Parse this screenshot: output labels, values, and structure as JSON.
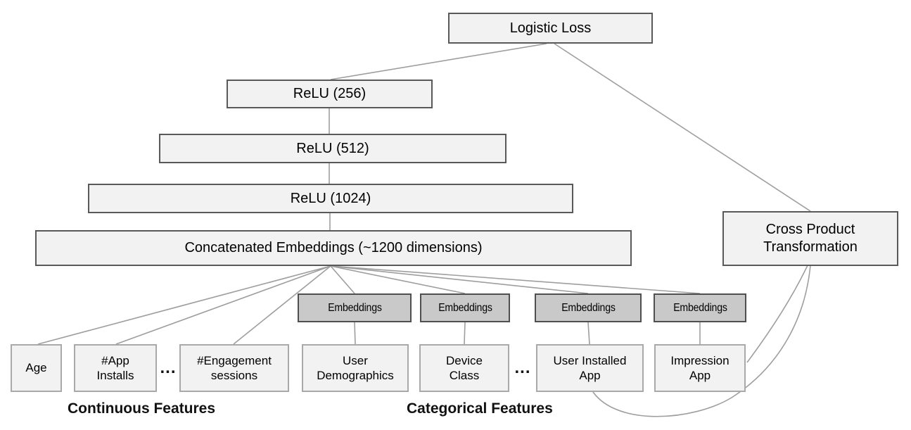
{
  "diagram_type": "neural-network-architecture",
  "nodes": {
    "logistic_loss": {
      "label": "Logistic Loss"
    },
    "relu_256": {
      "label": "ReLU (256)"
    },
    "relu_512": {
      "label": "ReLU (512)"
    },
    "relu_1024": {
      "label": "ReLU (1024)"
    },
    "concatenated_embeddings": {
      "label": "Concatenated Embeddings (~1200 dimensions)"
    },
    "cross_product": {
      "label": "Cross Product\nTransformation"
    },
    "embeddings_1": {
      "label": "Embeddings"
    },
    "embeddings_2": {
      "label": "Embeddings"
    },
    "embeddings_3": {
      "label": "Embeddings"
    },
    "embeddings_4": {
      "label": "Embeddings"
    },
    "age": {
      "label": "Age"
    },
    "app_installs": {
      "label": "#App\nInstalls"
    },
    "engagement_sessions": {
      "label": "#Engagement\nsessions"
    },
    "user_demographics": {
      "label": "User\nDemographics"
    },
    "device_class": {
      "label": "Device\nClass"
    },
    "user_installed_app": {
      "label": "User Installed\nApp"
    },
    "impression_app": {
      "label": "Impression\nApp"
    }
  },
  "ellipses": {
    "continuous": "...",
    "categorical": "..."
  },
  "captions": {
    "continuous": "Continuous Features",
    "categorical": "Categorical Features"
  },
  "edges": [
    {
      "from": "logistic_loss",
      "to": "relu_256"
    },
    {
      "from": "logistic_loss",
      "to": "cross_product"
    },
    {
      "from": "relu_256",
      "to": "relu_512"
    },
    {
      "from": "relu_512",
      "to": "relu_1024"
    },
    {
      "from": "relu_1024",
      "to": "concatenated_embeddings"
    },
    {
      "from": "concatenated_embeddings",
      "to": "age"
    },
    {
      "from": "concatenated_embeddings",
      "to": "app_installs"
    },
    {
      "from": "concatenated_embeddings",
      "to": "engagement_sessions"
    },
    {
      "from": "concatenated_embeddings",
      "to": "embeddings_1"
    },
    {
      "from": "concatenated_embeddings",
      "to": "embeddings_2"
    },
    {
      "from": "concatenated_embeddings",
      "to": "embeddings_3"
    },
    {
      "from": "concatenated_embeddings",
      "to": "embeddings_4"
    },
    {
      "from": "embeddings_1",
      "to": "user_demographics"
    },
    {
      "from": "embeddings_2",
      "to": "device_class"
    },
    {
      "from": "embeddings_3",
      "to": "user_installed_app"
    },
    {
      "from": "embeddings_4",
      "to": "impression_app"
    },
    {
      "from": "cross_product",
      "to": "impression_app"
    },
    {
      "from": "cross_product",
      "to": "user_installed_app"
    }
  ],
  "colors": {
    "background": "#ffffff",
    "box_fill": "#f2f2f2",
    "embedding_fill": "#c9c9c9",
    "primary_border": "#595959",
    "feature_border": "#a9a9a9",
    "connector": "#9e9e9e",
    "text": "#000000"
  }
}
